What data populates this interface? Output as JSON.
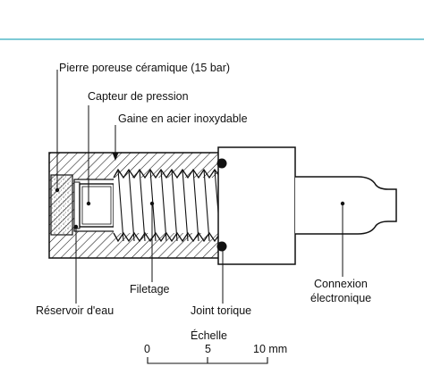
{
  "labels": {
    "porous_stone": "Pierre poreuse céramique (15 bar)",
    "pressure_sensor": "Capteur de pression",
    "sheath": "Gaine en acier inoxydable",
    "water_reservoir": "Réservoir d'eau",
    "thread": "Filetage",
    "o_ring": "Joint torique",
    "connection_line1": "Connexion",
    "connection_line2": "électronique"
  },
  "scale": {
    "title": "Échelle",
    "tick_0": "0",
    "tick_5": "5",
    "tick_10": "10 mm"
  },
  "colors": {
    "frame": "#7ecad6",
    "ink": "#111111"
  }
}
